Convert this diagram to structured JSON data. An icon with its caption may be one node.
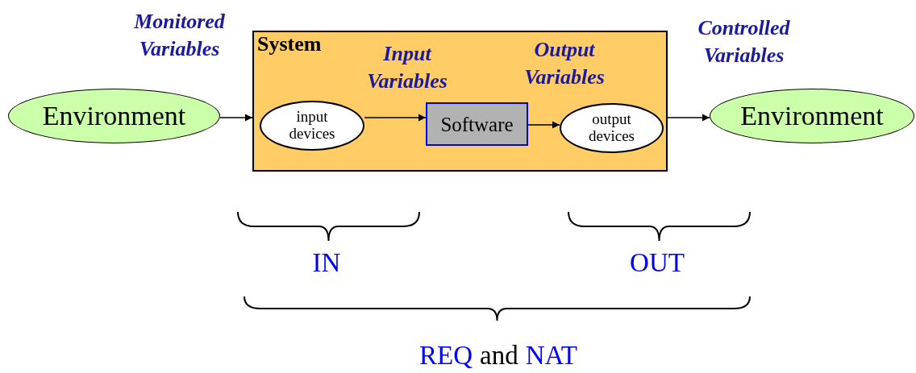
{
  "diagram": {
    "nodes": [
      {
        "text": [
          "Environment"
        ]
      },
      {
        "text": [
          "System"
        ]
      },
      {
        "text": [
          "input devices"
        ],
        "in": 1
      },
      {
        "text": [
          "Software"
        ],
        "in": 1
      },
      {
        "text": [
          "output devices"
        ],
        "in": 1
      },
      {
        "text": [
          "Environment"
        ]
      }
    ],
    "edges": [
      {
        "from": 0,
        "to": 1,
        "arrow": "to"
      },
      {
        "from": 2,
        "to": 3,
        "arrow": "to"
      },
      {
        "from": 3,
        "to": 4,
        "arrow": "to"
      },
      {
        "from": 1,
        "to": 5,
        "arrow": "to"
      }
    ],
    "labels": [
      "Monitored Variables",
      "Input Variables",
      "Output Variables",
      "Controlled Variables",
      "IN",
      "OUT",
      "REQ",
      "and",
      "NAT"
    ]
  }
}
